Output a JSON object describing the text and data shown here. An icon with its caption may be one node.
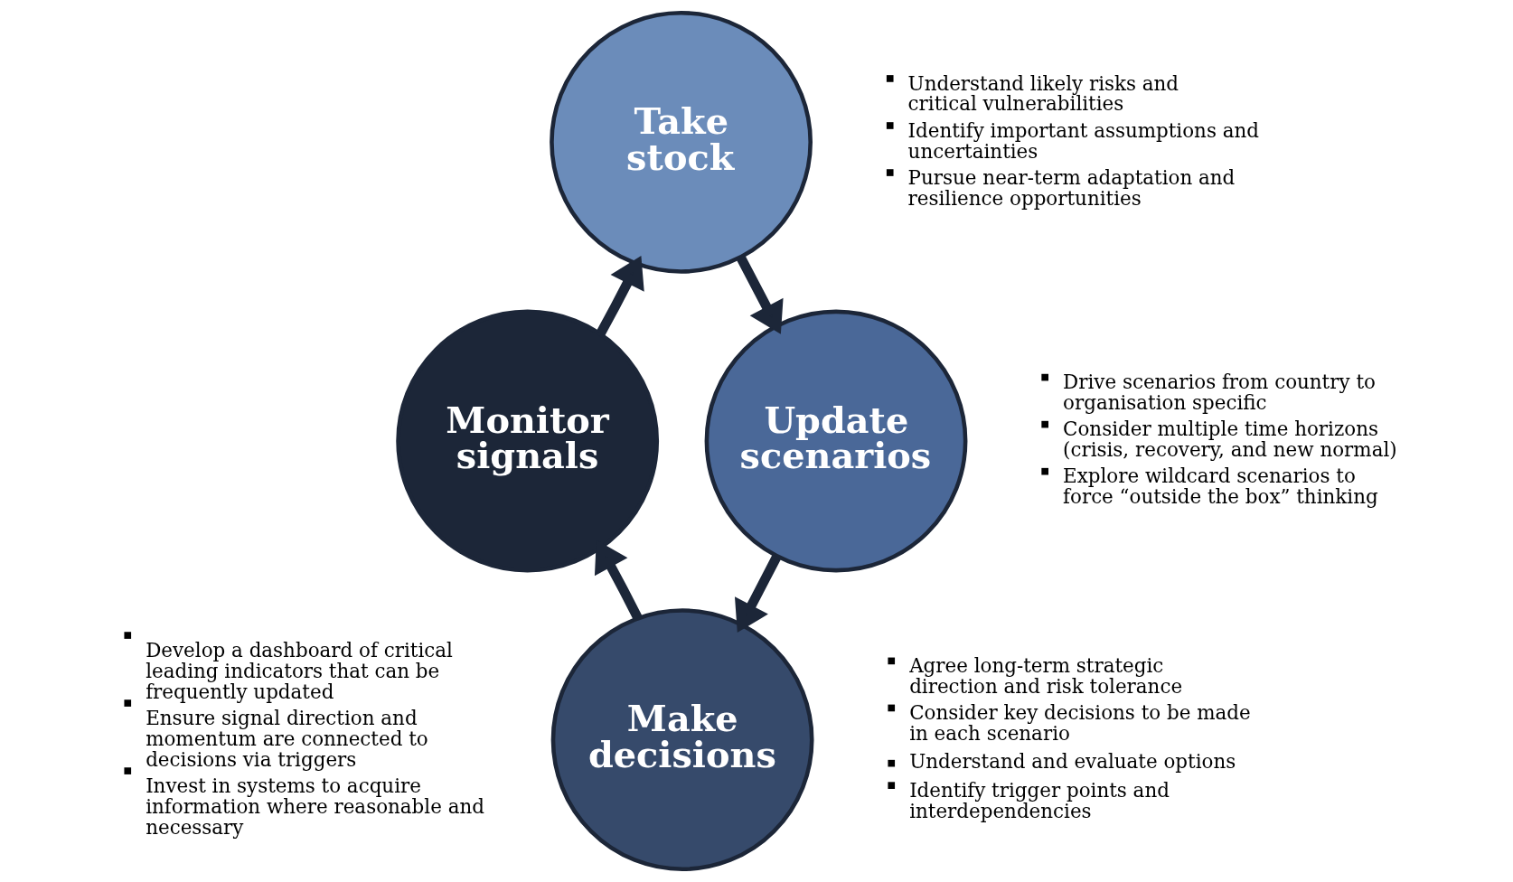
{
  "diagram": {
    "nodes": [
      {
        "text": [
          "Take stock"
        ],
        "beside": [
          "Understand likely risks and critical vulnerabilities",
          "Identify important assumptions and uncertainties",
          "Pursue near-term adaptation and resilience opportunities"
        ]
      },
      {
        "text": [
          "Update scenarios"
        ],
        "beside": [
          "Drive scenarios from country to organisation specific",
          "Consider multiple time horizons (crisis, recovery, and new normal)",
          "Explore wildcard scenarios to force “outside the box” thinking"
        ]
      },
      {
        "text": [
          "Make decisions"
        ],
        "beside": [
          "Agree long-term strategic direction and risk tolerance",
          "Consider key decisions to be made in each scenario",
          "Understand and evaluate options",
          "Identify trigger points and interdependencies"
        ]
      },
      {
        "text": [
          "Monitor signals"
        ],
        "beside": [
          "Develop a dashboard of critical leading indicators that can be frequently updated",
          "Ensure signal direction and momentum are connected to decisions via triggers",
          "Invest in systems to acquire information where reasonable and necessary"
        ]
      }
    ],
    "edges": [
      {
        "from": 0,
        "to": 1,
        "arrow": "to"
      },
      {
        "from": 1,
        "to": 2,
        "arrow": "to"
      },
      {
        "from": 2,
        "to": 3,
        "arrow": "to"
      },
      {
        "from": 3,
        "to": 0,
        "arrow": "to"
      }
    ]
  }
}
